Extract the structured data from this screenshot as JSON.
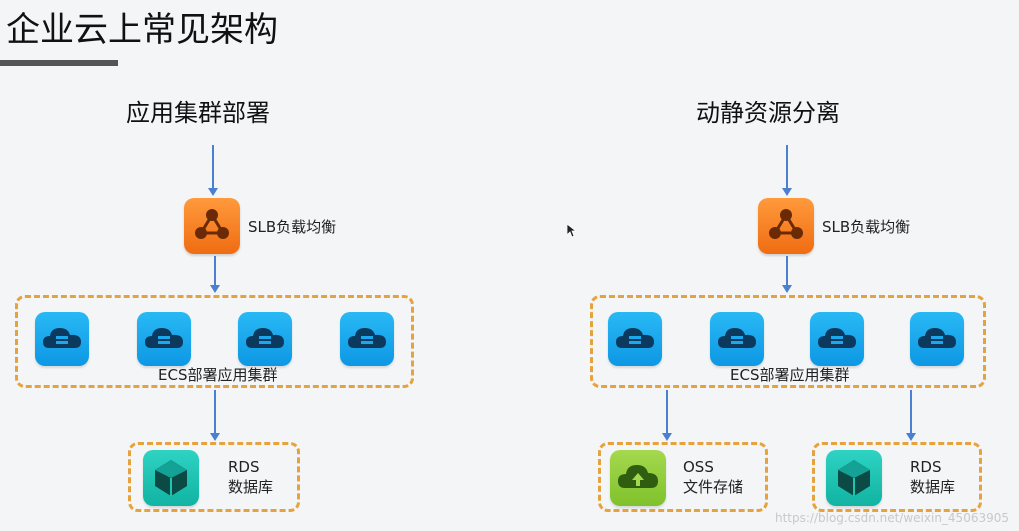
{
  "title": "企业云上常见架构",
  "left": {
    "title": "应用集群部署",
    "slb_label": "SLB负载均衡",
    "ecs_group_label": "ECS部署应用集群",
    "rds_label_line1": "RDS",
    "rds_label_line2": "数据库"
  },
  "right": {
    "title": "动静资源分离",
    "slb_label": "SLB负载均衡",
    "ecs_group_label": "ECS部署应用集群",
    "oss_label_line1": "OSS",
    "oss_label_line2": "文件存储",
    "rds_label_line1": "RDS",
    "rds_label_line2": "数据库"
  },
  "watermark": "https://blog.csdn.net/weixin_45063905",
  "colors": {
    "arrow": "#4a7fd1",
    "dash": "#e6a23c",
    "slb": "#f57d1f",
    "ecs": "#1aa8ee",
    "rds": "#1cc4b2",
    "oss": "#8dcc36"
  },
  "icons": {
    "slb": "load-balancer-icon",
    "ecs": "cloud-server-icon",
    "rds": "database-icon",
    "oss": "cloud-upload-icon"
  }
}
